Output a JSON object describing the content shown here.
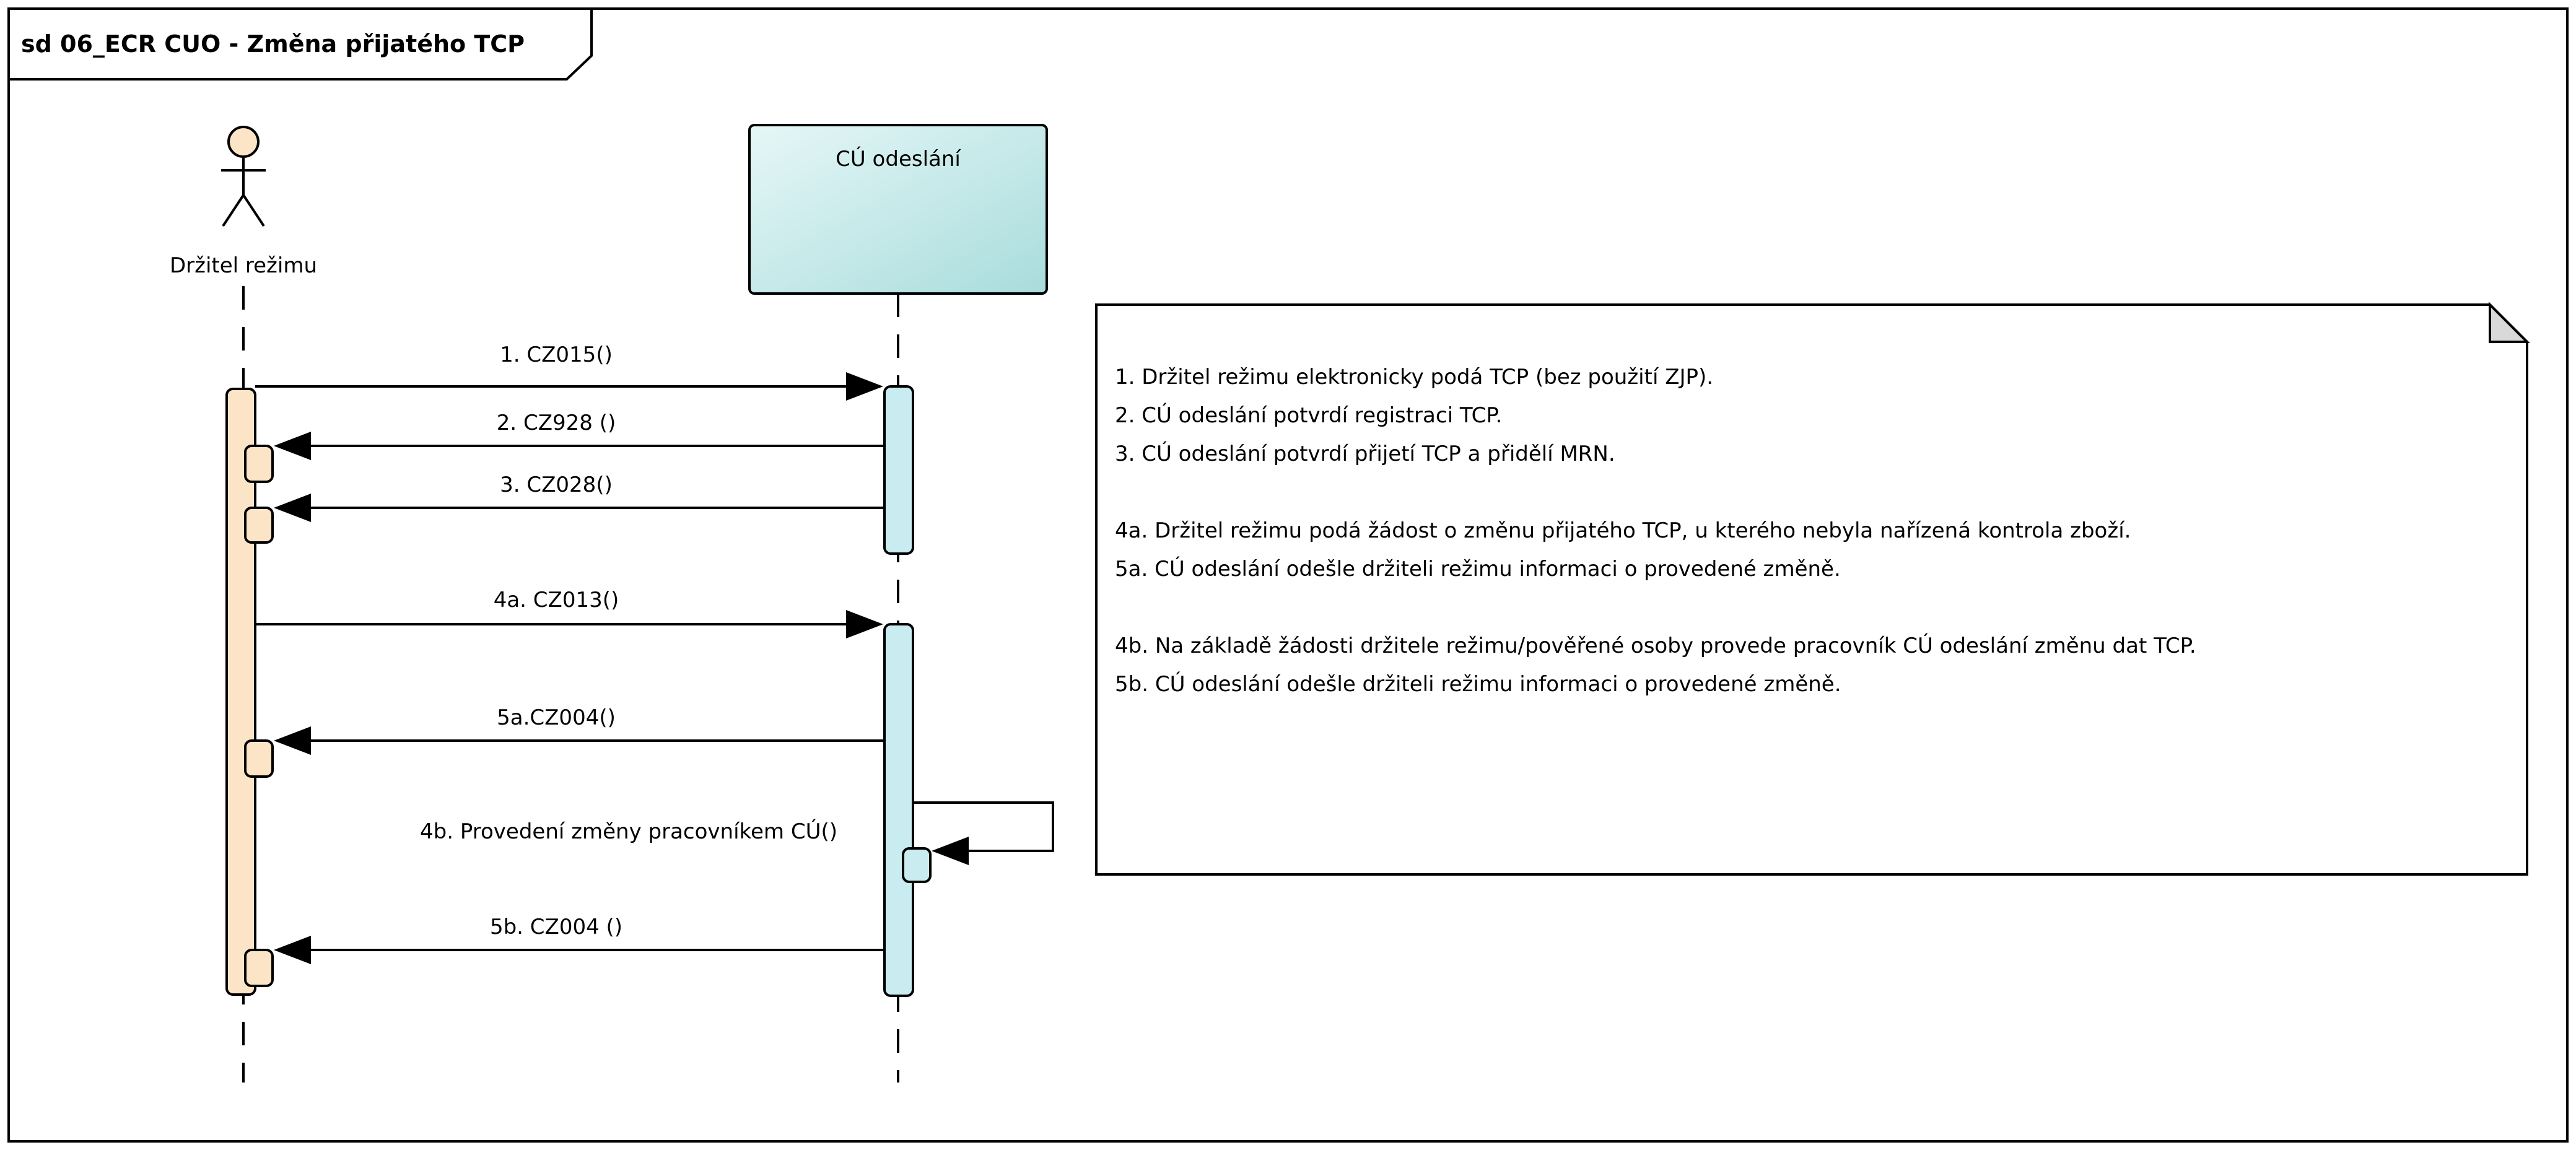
{
  "frame": {
    "title": "sd 06_ECR CUO - Změna přijatého TCP"
  },
  "lifelines": {
    "actor": {
      "name": "Držitel režimu",
      "icon": "actor-icon"
    },
    "system": {
      "name": "CÚ odeslání"
    }
  },
  "messages": [
    {
      "id": "m1",
      "label": "1. CZ015()"
    },
    {
      "id": "m2",
      "label": "2. CZ928 ()"
    },
    {
      "id": "m3",
      "label": "3. CZ028()"
    },
    {
      "id": "m4a",
      "label": "4a. CZ013()"
    },
    {
      "id": "m5a",
      "label": "5a.CZ004()"
    },
    {
      "id": "m4b",
      "label": "4b. Provedení změny pracovníkem CÚ()"
    },
    {
      "id": "m5b",
      "label": "5b. CZ004 ()"
    }
  ],
  "note": {
    "lines": [
      "1. Držitel režimu elektronicky podá TCP (bez použití ZJP).",
      "2. CÚ odeslání potvrdí registraci TCP.",
      "3. CÚ odeslání potvrdí přijetí TCP a přidělí MRN.",
      "",
      "4a. Držitel režimu podá žádost o změnu přijatého TCP, u kterého nebyla nařízená kontrola zboží.",
      "5a. CÚ odeslání odešle držiteli režimu informaci o provedené změně.",
      "",
      "4b. Na základě žádosti držitele režimu/pověřené osoby provede pracovník CÚ odeslání změnu dat TCP.",
      "5b. CÚ odeslání odešle držiteli režimu informaci o provedené změně."
    ]
  },
  "colors": {
    "actor_activation": "#fbe5c6",
    "system_box_top": "#d6f0f0",
    "system_box_bottom": "#aee0e0",
    "system_activation": "#c9ecf0",
    "note_fill": "#ffffff",
    "line": "#000000"
  }
}
